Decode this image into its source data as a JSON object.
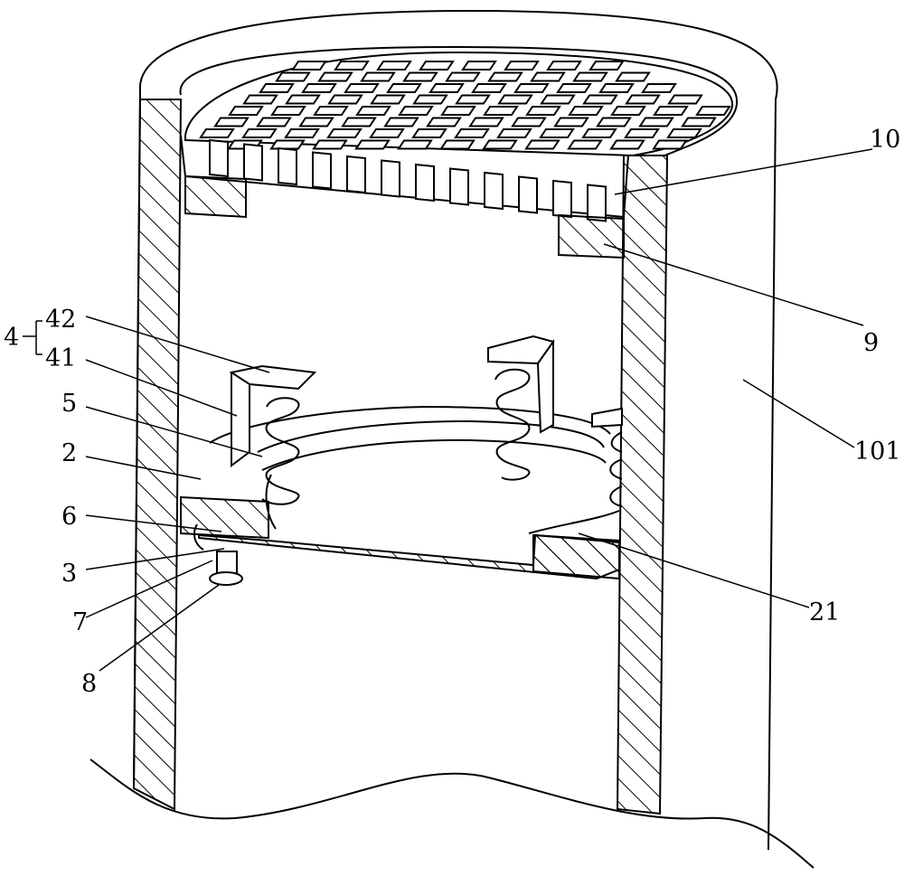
{
  "labels": [
    {
      "id": "10",
      "text": "10"
    },
    {
      "id": "9",
      "text": "9"
    },
    {
      "id": "101",
      "text": "101"
    },
    {
      "id": "21",
      "text": "21"
    },
    {
      "id": "4",
      "text": "4"
    },
    {
      "id": "42",
      "text": "42"
    },
    {
      "id": "41",
      "text": "41"
    },
    {
      "id": "5",
      "text": "5"
    },
    {
      "id": "2",
      "text": "2"
    },
    {
      "id": "6",
      "text": "6"
    },
    {
      "id": "3",
      "text": "3"
    },
    {
      "id": "7",
      "text": "7"
    },
    {
      "id": "8",
      "text": "8"
    }
  ]
}
